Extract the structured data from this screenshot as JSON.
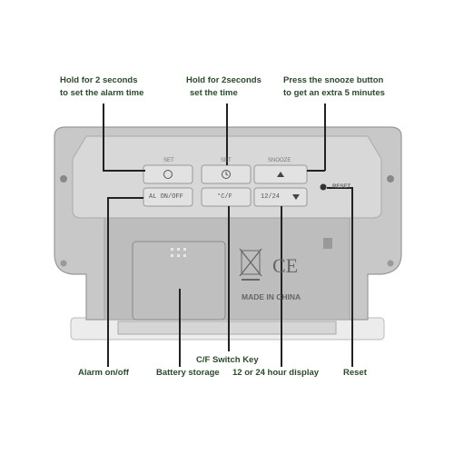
{
  "callouts": {
    "alarm_time": [
      "Hold for 2 seconds",
      "to set the alarm time"
    ],
    "set_time": [
      "Hold for 2seconds",
      "set the time"
    ],
    "snooze": [
      "Press the snooze button",
      "to get an extra 5 minutes"
    ],
    "alarm_onoff": "Alarm on/off",
    "battery": "Battery storage",
    "cf_switch": "C/F Switch Key",
    "hour_display": "12 or 24 hour display",
    "reset": "Reset"
  },
  "buttons": {
    "top_row": [
      "SET",
      "SET",
      "SNOOZE"
    ],
    "alarm": "AL ON/OFF",
    "cf": "°C/F",
    "hour": "12/24",
    "reset": "RESET"
  },
  "label_text": "MADE IN CHINA",
  "ce_mark": "CE",
  "colors": {
    "label": "#2a4a2a",
    "body": "#c9c9c9",
    "button": "#d9d9d9"
  }
}
